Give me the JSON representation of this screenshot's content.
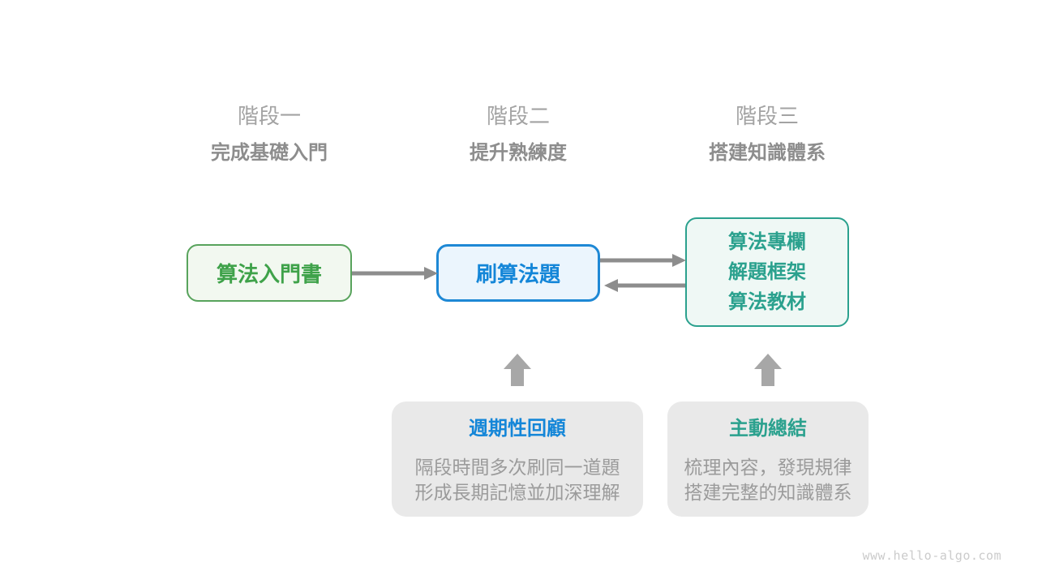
{
  "colors": {
    "background": "#ffffff",
    "green_text": "#3fa24a",
    "green_border": "#58a35c",
    "green_bg": "#f2f8f0",
    "blue_text": "#1486d8",
    "blue_border": "#1e88d5",
    "blue_bg": "#ebf5fd",
    "teal_text": "#2ba18e",
    "teal_border": "#2ba18e",
    "teal_bg": "#eff8f5",
    "stage_label": "#a3a3a3",
    "stage_subtitle": "#8d8d8d",
    "arrow": "#8d8d8d",
    "block_arrow": "#a7a7a7",
    "callout_bg": "#e9e9e9",
    "callout_body": "#9b9b9b",
    "watermark": "#cbcbcb"
  },
  "stages": [
    {
      "label": "階段一",
      "subtitle": "完成基礎入門"
    },
    {
      "label": "階段二",
      "subtitle": "提升熟練度"
    },
    {
      "label": "階段三",
      "subtitle": "搭建知識體系"
    }
  ],
  "nodes": {
    "intro_book": {
      "label": "算法入門書"
    },
    "practice": {
      "label": "刷算法題"
    },
    "resources": {
      "lines": [
        "算法專欄",
        "解題框架",
        "算法教材"
      ]
    }
  },
  "callouts": [
    {
      "title": "週期性回顧",
      "body_lines": [
        "隔段時間多次刷同一道題",
        "形成長期記憶並加深理解"
      ]
    },
    {
      "title": "主動總結",
      "body_lines": [
        "梳理內容，發現規律",
        "搭建完整的知識體系"
      ]
    }
  ],
  "watermark": "www.hello-algo.com"
}
